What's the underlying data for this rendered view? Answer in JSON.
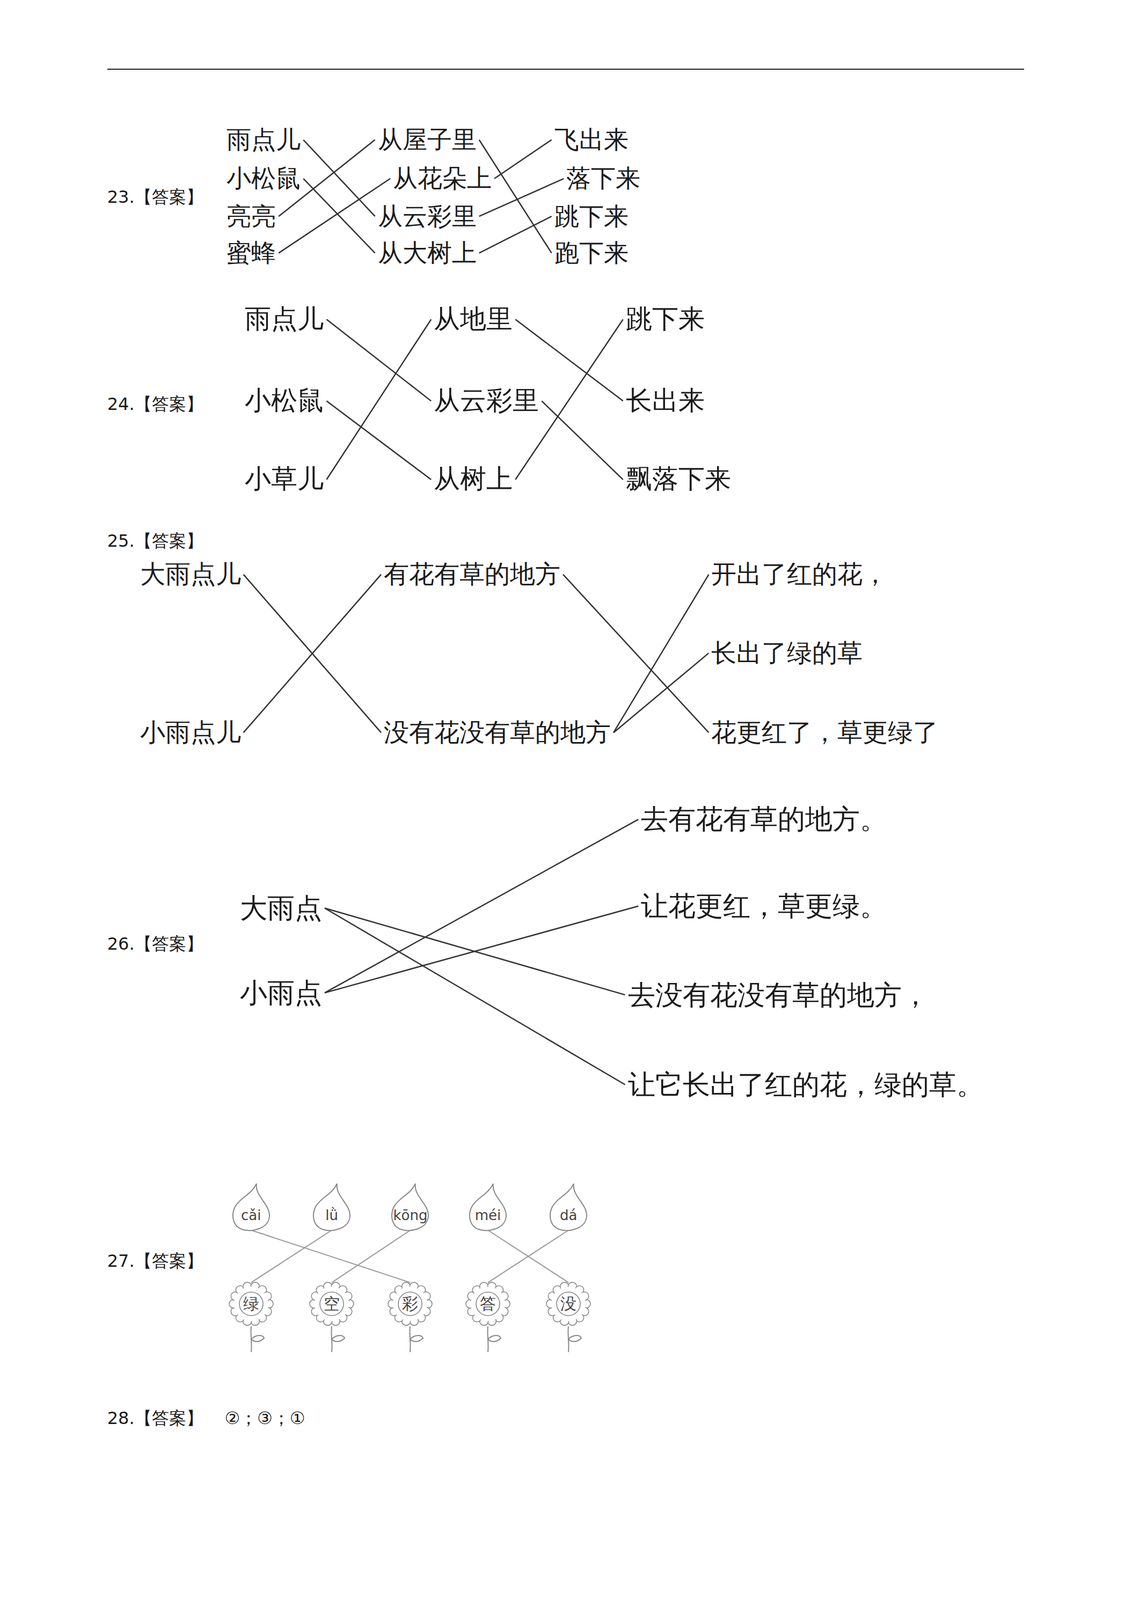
{
  "diagram": {
    "nodes": [
      {
        "text": [
          "雨点儿"
        ]
      },
      {
        "text": [
          "从屋子里"
        ]
      },
      {
        "text": [
          "飞出来"
        ]
      },
      {
        "text": [
          "小松鼠"
        ]
      },
      {
        "text": [
          "从花朵上"
        ]
      },
      {
        "text": [
          "落下来"
        ]
      },
      {
        "text": [
          "亮亮"
        ]
      },
      {
        "text": [
          "从云彩里"
        ]
      },
      {
        "text": [
          "跳下来"
        ]
      },
      {
        "text": [
          "蜜蜂"
        ]
      },
      {
        "text": [
          "从大树上"
        ]
      },
      {
        "text": [
          "跑下来"
        ]
      },
      {
        "text": [
          "雨点儿"
        ]
      },
      {
        "text": [
          "从地里"
        ]
      },
      {
        "text": [
          "跳下来"
        ]
      },
      {
        "text": [
          "小松鼠"
        ]
      },
      {
        "text": [
          "从云彩里"
        ]
      },
      {
        "text": [
          "长出来"
        ]
      },
      {
        "text": [
          "小草儿"
        ]
      },
      {
        "text": [
          "从树上"
        ]
      },
      {
        "text": [
          "飘落下来"
        ]
      },
      {
        "text": [
          "大雨点儿"
        ]
      },
      {
        "text": [
          "有花有草的地方"
        ]
      },
      {
        "text": [
          "开出了红的花，"
        ]
      },
      {
        "text": [
          "长出了绿的草"
        ]
      },
      {
        "text": [
          "小雨点儿"
        ]
      },
      {
        "text": [
          "没有花没有草的地方"
        ]
      },
      {
        "text": [
          "花更红了，草更绿了"
        ]
      },
      {
        "text": [
          "去有花有草的地方。"
        ]
      },
      {
        "text": [
          "大雨点"
        ]
      },
      {
        "text": [
          "让花更红，草更绿。"
        ]
      },
      {
        "text": [
          "小雨点"
        ]
      },
      {
        "text": [
          "去没有花没有草的地方，"
        ]
      },
      {
        "text": [
          "让它长出了红的花，绿的草。"
        ]
      },
      {
        "text": [
          "cǎi"
        ]
      },
      {
        "text": [
          "lǜ"
        ]
      },
      {
        "text": [
          "kōng"
        ]
      },
      {
        "text": [
          "méi"
        ]
      },
      {
        "text": [
          "dá"
        ]
      },
      {
        "text": [
          "绿"
        ]
      },
      {
        "text": [
          "空"
        ]
      },
      {
        "text": [
          "彩"
        ]
      },
      {
        "text": [
          "答"
        ]
      },
      {
        "text": [
          "没"
        ]
      }
    ],
    "edges": [
      {
        "from": 0,
        "to": 7,
        "arrow": "none"
      },
      {
        "from": 3,
        "to": 10,
        "arrow": "none"
      },
      {
        "from": 6,
        "to": 1,
        "arrow": "none"
      },
      {
        "from": 9,
        "to": 4,
        "arrow": "none"
      },
      {
        "from": 1,
        "to": 11,
        "arrow": "none"
      },
      {
        "from": 4,
        "to": 2,
        "arrow": "none"
      },
      {
        "from": 7,
        "to": 5,
        "arrow": "none"
      },
      {
        "from": 10,
        "to": 8,
        "arrow": "none"
      },
      {
        "from": 12,
        "to": 16,
        "arrow": "none"
      },
      {
        "from": 15,
        "to": 19,
        "arrow": "none"
      },
      {
        "from": 18,
        "to": 13,
        "arrow": "none"
      },
      {
        "from": 13,
        "to": 17,
        "arrow": "none"
      },
      {
        "from": 16,
        "to": 20,
        "arrow": "none"
      },
      {
        "from": 19,
        "to": 14,
        "arrow": "none"
      },
      {
        "from": 21,
        "to": 26,
        "arrow": "none"
      },
      {
        "from": 25,
        "to": 22,
        "arrow": "none"
      },
      {
        "from": 22,
        "to": 27,
        "arrow": "none"
      },
      {
        "from": 26,
        "to": 23,
        "arrow": "none"
      },
      {
        "from": 26,
        "to": 24,
        "arrow": "none"
      },
      {
        "from": 29,
        "to": 32,
        "arrow": "none"
      },
      {
        "from": 29,
        "to": 33,
        "arrow": "none"
      },
      {
        "from": 31,
        "to": 28,
        "arrow": "none"
      },
      {
        "from": 31,
        "to": 30,
        "arrow": "none"
      },
      {
        "from": 34,
        "to": 41,
        "arrow": "none"
      },
      {
        "from": 35,
        "to": 39,
        "arrow": "none"
      },
      {
        "from": 36,
        "to": 40,
        "arrow": "none"
      },
      {
        "from": 37,
        "to": 43,
        "arrow": "none"
      },
      {
        "from": 38,
        "to": 42,
        "arrow": "none"
      }
    ],
    "labels": [
      "23.【答案】",
      "24.【答案】",
      "25.【答案】",
      "26.【答案】",
      "27.【答案】",
      "28.【答案】",
      "②；③；①"
    ]
  }
}
